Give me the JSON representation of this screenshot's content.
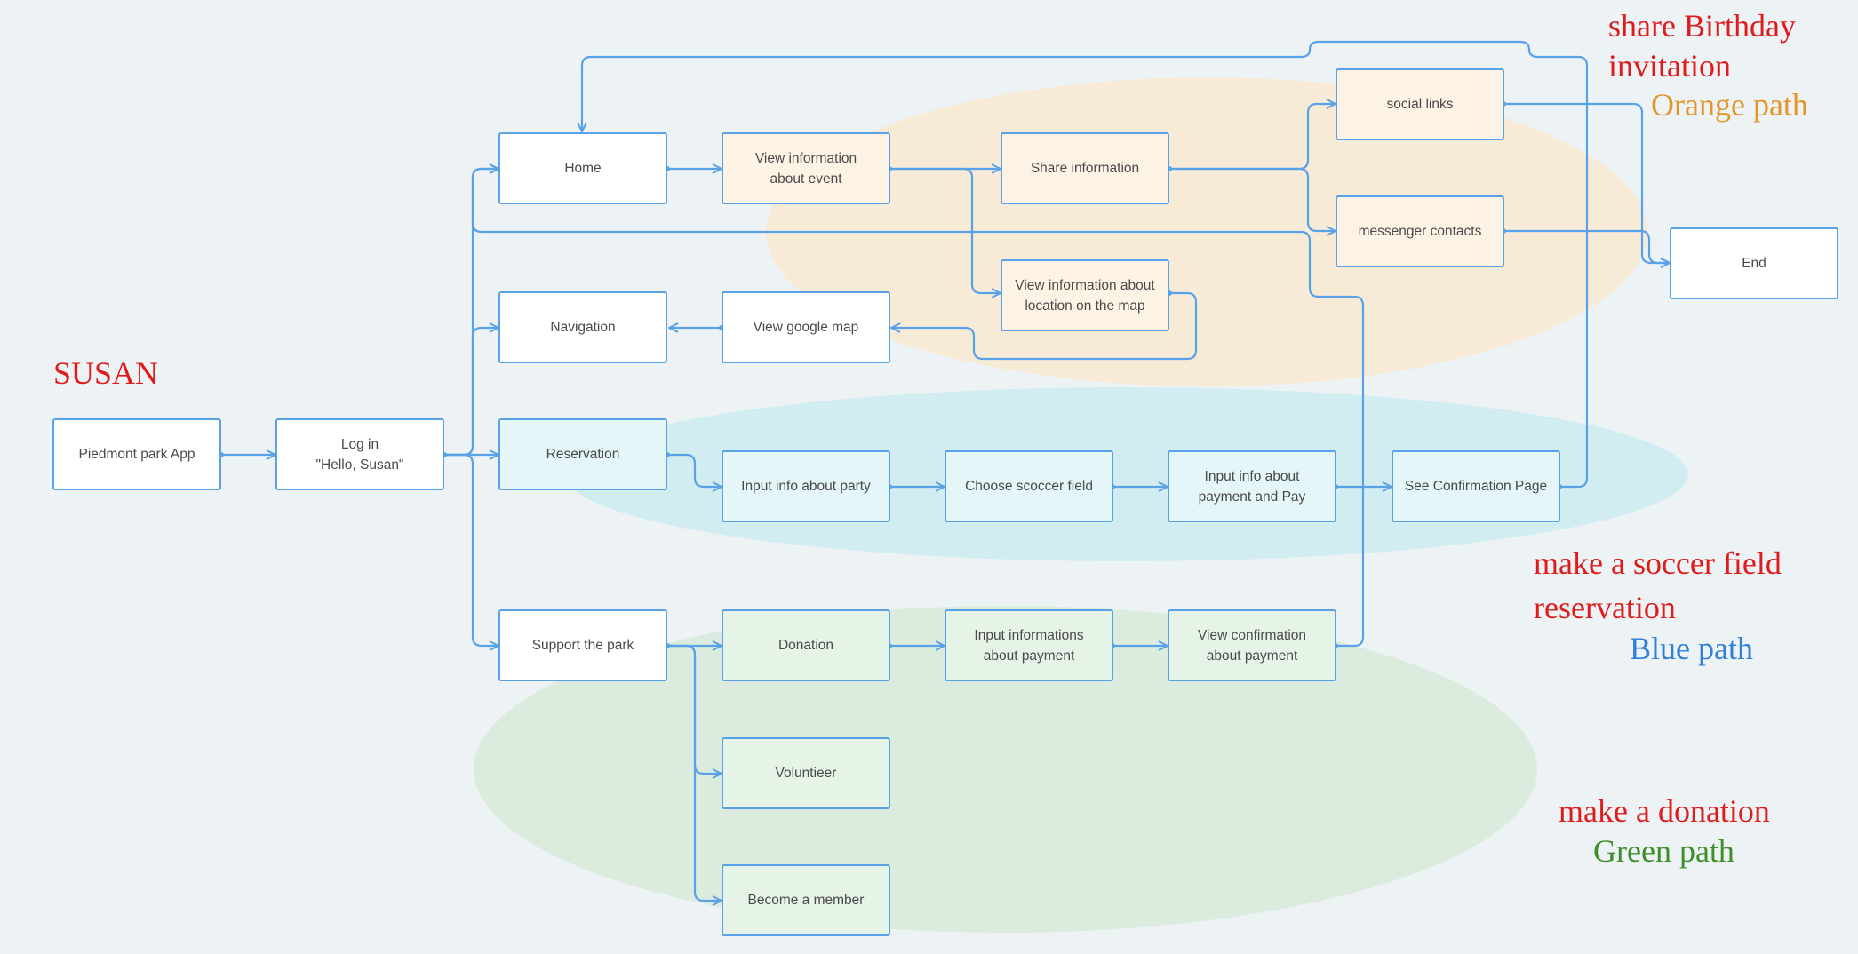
{
  "diagram": {
    "persona": "SUSAN",
    "nodes": {
      "app": "Piedmont park App",
      "login": "Log in\n\"Hello, Susan\"",
      "home": "Home",
      "navigation": "Navigation",
      "reservation": "Reservation",
      "support": "Support the park",
      "view_event": "View information\nabout event",
      "share_info": "Share information",
      "social_links": "social links",
      "messenger": "messenger contacts",
      "end": "End",
      "view_location": "View information about\nlocation on the map",
      "google_map": "View google map",
      "input_party": "Input info about party",
      "choose_field": "Choose scoccer field",
      "input_payment_pay": "Input info about\npayment and Pay",
      "see_confirmation": "See Confirmation Page",
      "donation": "Donation",
      "input_payment_info": "Input informations\nabout payment",
      "view_confirmation": "View confirmation\nabout payment",
      "volunteer": "Voluntieer",
      "member": "Become a member"
    },
    "annotations": {
      "share_line1": "share Birthday",
      "share_line2": "invitation",
      "orange_path": "Orange path",
      "soccer_line1": "make a soccer field",
      "soccer_line2": "reservation",
      "blue_path": "Blue path",
      "donation_line": "make a donation",
      "green_path": "Green path"
    },
    "colors": {
      "connector": "#5aa2e8",
      "annotation_red": "#e01b1b",
      "orange_path": "#e39628",
      "blue_path": "#2f7fd6",
      "green_path": "#3e8f2a"
    }
  }
}
